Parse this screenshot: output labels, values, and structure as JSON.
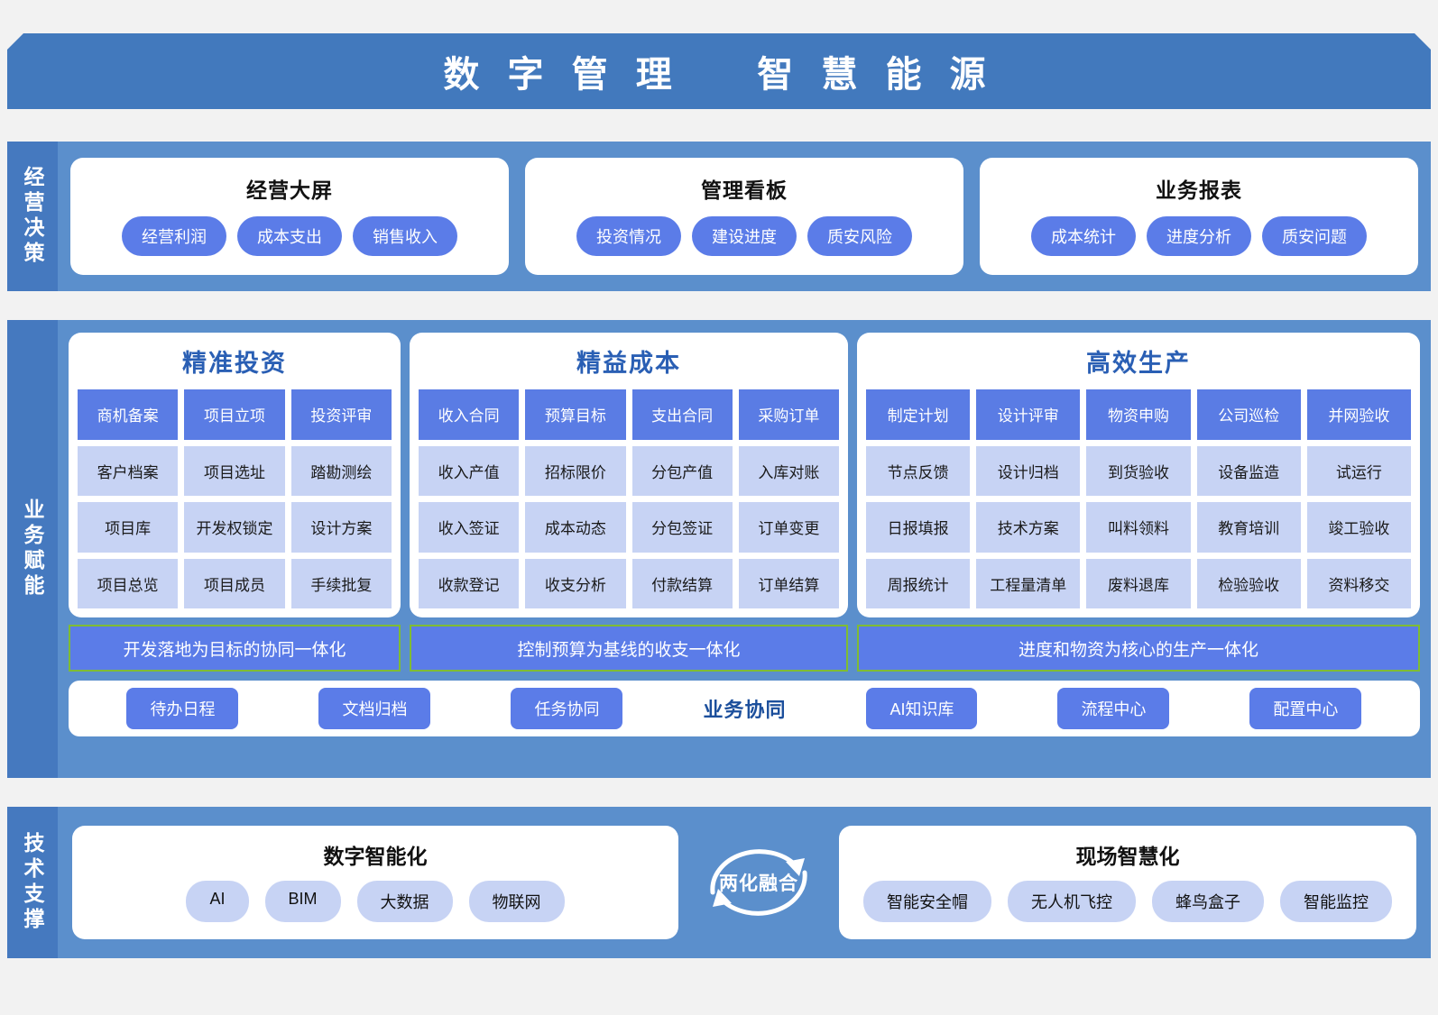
{
  "header": {
    "title": "数 字 管 理    智 慧 能 源"
  },
  "sections": {
    "decision": {
      "label": "经营决策",
      "cards": [
        {
          "title": "经营大屏",
          "items": [
            "经营利润",
            "成本支出",
            "销售收入"
          ]
        },
        {
          "title": "管理看板",
          "items": [
            "投资情况",
            "建设进度",
            "质安风险"
          ]
        },
        {
          "title": "业务报表",
          "items": [
            "成本统计",
            "进度分析",
            "质安问题"
          ]
        }
      ]
    },
    "empowerment": {
      "label": "业务赋能",
      "columns": [
        {
          "title": "精准投资",
          "cols": 3,
          "headers": [
            "商机备案",
            "项目立项",
            "投资评审"
          ],
          "rows": [
            [
              "客户档案",
              "项目选址",
              "踏勘测绘"
            ],
            [
              "项目库",
              "开发权锁定",
              "设计方案"
            ],
            [
              "项目总览",
              "项目成员",
              "手续批复"
            ]
          ],
          "integration": "开发落地为目标的协同一体化"
        },
        {
          "title": "精益成本",
          "cols": 4,
          "headers": [
            "收入合同",
            "预算目标",
            "支出合同",
            "采购订单"
          ],
          "rows": [
            [
              "收入产值",
              "招标限价",
              "分包产值",
              "入库对账"
            ],
            [
              "收入签证",
              "成本动态",
              "分包签证",
              "订单变更"
            ],
            [
              "收款登记",
              "收支分析",
              "付款结算",
              "订单结算"
            ]
          ],
          "integration": "控制预算为基线的收支一体化"
        },
        {
          "title": "高效生产",
          "cols": 5,
          "headers": [
            "制定计划",
            "设计评审",
            "物资申购",
            "公司巡检",
            "并网验收"
          ],
          "rows": [
            [
              "节点反馈",
              "设计归档",
              "到货验收",
              "设备监造",
              "试运行"
            ],
            [
              "日报填报",
              "技术方案",
              "叫料领料",
              "教育培训",
              "竣工验收"
            ],
            [
              "周报统计",
              "工程量清单",
              "废料退库",
              "检验验收",
              "资料移交"
            ]
          ],
          "integration": "进度和物资为核心的生产一体化"
        }
      ],
      "collaboration": {
        "title": "业务协同",
        "left_buttons": [
          "待办日程",
          "文档归档",
          "任务协同"
        ],
        "right_buttons": [
          "AI知识库",
          "流程中心",
          "配置中心"
        ]
      }
    },
    "technology": {
      "label": "技术支撑",
      "digital": {
        "title": "数字智能化",
        "items": [
          "AI",
          "BIM",
          "大数据",
          "物联网"
        ]
      },
      "fusion": {
        "label": "两化融合",
        "icon": "circular-arrows-icon"
      },
      "site": {
        "title": "现场智慧化",
        "items": [
          "智能安全帽",
          "无人机飞控",
          "蜂鸟盒子",
          "智能监控"
        ]
      }
    }
  },
  "colors": {
    "banner_blue": "#4279bd",
    "section_label_blue": "#4579bf",
    "section_body_blue": "#5b8fcc",
    "accent_blue": "#5b7ce8",
    "light_blue": "#c7d3f4",
    "green_border": "#7fbc33",
    "title_blue": "#2a5fb4"
  }
}
